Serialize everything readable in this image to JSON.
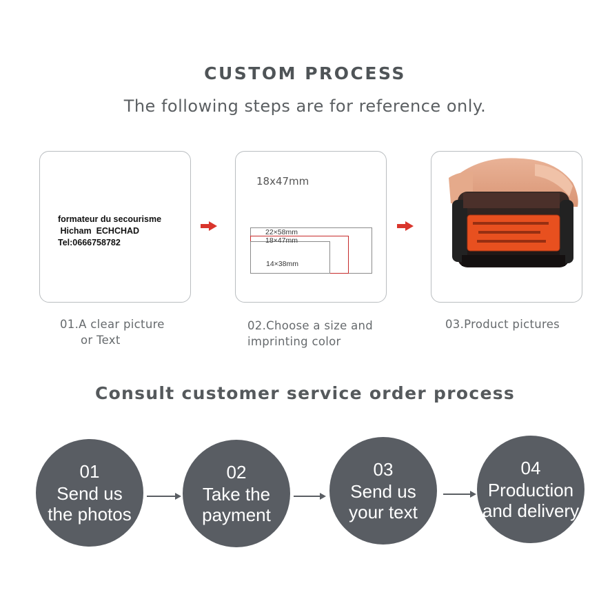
{
  "header": {
    "title": "CUSTOM PROCESS",
    "subtitle": "The following steps are for reference only."
  },
  "steps": [
    {
      "sample_text": [
        "formateur du secourisme",
        " Hicham  ECHCHAD",
        "Tel:0666758782"
      ],
      "caption_lines": [
        "01.A clear picture",
        "or Text"
      ]
    },
    {
      "size_heading": "18x47mm",
      "sizes": [
        "22×58mm",
        "18×47mm",
        "14×38mm"
      ],
      "caption_lines": [
        "02.Choose a size and",
        "imprinting color"
      ]
    },
    {
      "caption_lines": [
        "03.Product pictures"
      ]
    }
  ],
  "section2": {
    "title": "Consult customer service order process"
  },
  "process": [
    {
      "num": "01",
      "lines": [
        "Send us",
        "the photos"
      ]
    },
    {
      "num": "02",
      "lines": [
        "Take the",
        "payment"
      ]
    },
    {
      "num": "03",
      "lines": [
        "Send us",
        "your text"
      ]
    },
    {
      "num": "04",
      "lines": [
        "Production",
        "and delivery"
      ]
    }
  ],
  "colors": {
    "accent_red": "#d9352c",
    "circle_gray": "#595d63",
    "stamp_orange": "#e8501f"
  }
}
